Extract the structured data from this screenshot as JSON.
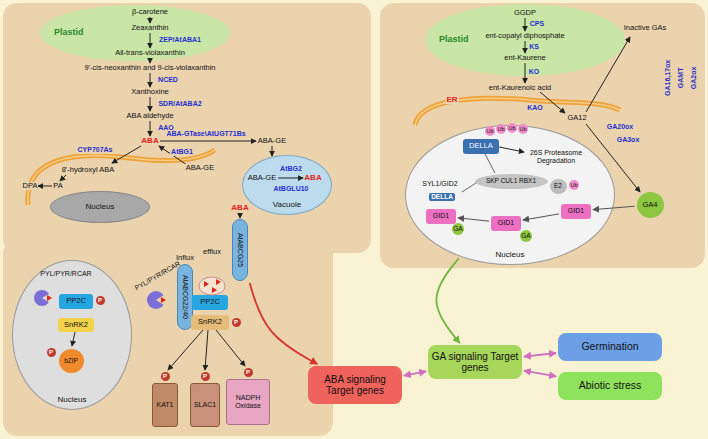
{
  "diagram": {
    "nodes": [
      {
        "text": [
          "Plastid"
        ]
      },
      {
        "text": [
          "Nucleus"
        ]
      },
      {
        "text": [
          "Vacuole"
        ]
      },
      {
        "text": [
          "AtABCG25"
        ]
      },
      {
        "text": [
          "AtABCG22/40"
        ]
      },
      {
        "text": [
          "Nucleus"
        ]
      },
      {
        "text": [
          "PP2C"
        ],
        "in": 5
      },
      {
        "text": [
          "SnRK2"
        ],
        "in": 5
      },
      {
        "text": [
          "bZIP"
        ],
        "in": 5
      },
      {
        "text": [
          "PP2C"
        ]
      },
      {
        "text": [
          "SnRK2"
        ]
      },
      {
        "text": [
          "KAT1"
        ]
      },
      {
        "text": [
          "SLAC1"
        ]
      },
      {
        "text": [
          "NADPH Oxidase"
        ]
      },
      {
        "text": [
          "Plastid"
        ]
      },
      {
        "text": [
          "Nucleus"
        ]
      },
      {
        "text": [
          "DELLA"
        ],
        "in": 15
      },
      {
        "text": [
          "SKP CUL1 RBX1"
        ],
        "in": 15
      },
      {
        "text": [
          "E2"
        ],
        "in": 15
      },
      {
        "text": [
          "GID1"
        ],
        "in": 15
      },
      {
        "text": [
          "GID1"
        ],
        "in": 15
      },
      {
        "text": [
          "GID1"
        ],
        "in": 15
      },
      {
        "text": [
          "GA4"
        ]
      },
      {
        "text": [
          "ABA signaling Target genes"
        ]
      },
      {
        "text": [
          "GA signaling Target genes"
        ]
      },
      {
        "text": [
          "Germination"
        ]
      },
      {
        "text": [
          "Abiotic stress"
        ]
      }
    ],
    "edges": [
      {
        "from": 3,
        "to": 23,
        "arrow": "to"
      },
      {
        "from": 15,
        "to": 24,
        "arrow": "to"
      },
      {
        "from": 23,
        "to": 24,
        "arrow": "both"
      },
      {
        "from": 24,
        "to": 25,
        "arrow": "both"
      },
      {
        "from": 24,
        "to": 26,
        "arrow": "both"
      },
      {
        "from": 22,
        "to": 21,
        "arrow": "to"
      },
      {
        "from": 21,
        "to": 20,
        "arrow": "to"
      },
      {
        "from": 20,
        "to": 19,
        "arrow": "to"
      }
    ],
    "labels": [
      "β-carotene",
      "Zeaxanthin",
      "ZEP/AtABA1",
      "All-trans-violaxanthin",
      "9'-cis-neoxanthin and 9-cis-violaxanthin",
      "NCED",
      "Xanthoxine",
      "SDR/AtABA2",
      "ABA aldehyde",
      "AAO",
      "ABA-GTase\\AtUGT71Bs",
      "ABA",
      "ABA-GE",
      "CYP707As",
      "ABA-GE",
      "8'-hydroxyl ABA",
      "AtBG1",
      "DPA",
      "PA",
      "ABA-GE",
      "AtBG2",
      "ABA",
      "AtBGLU10",
      "ABA",
      "efflux",
      "Influx",
      "PYL/PYR/RCAR",
      "PYL/PYR/RCAR",
      "P",
      "P",
      "P",
      "P",
      "P",
      "P",
      "GGDP",
      "CPS",
      "ent-copalyl diphosphate",
      "KS",
      "ent-Kaurene",
      "KO",
      "ent-Kaurenoic acid",
      "ER",
      "KAO",
      "GA12",
      "Inactive GAs",
      "GA16,17ox",
      "GAMT",
      "GA2ox",
      "GA3ox",
      "GA20ox",
      "26S Proteasome Degradation",
      "Ub",
      "Ub",
      "Ub",
      "Ub",
      "Ub",
      "SYL1/GID2",
      "DELLA",
      "GA",
      "GA"
    ]
  }
}
